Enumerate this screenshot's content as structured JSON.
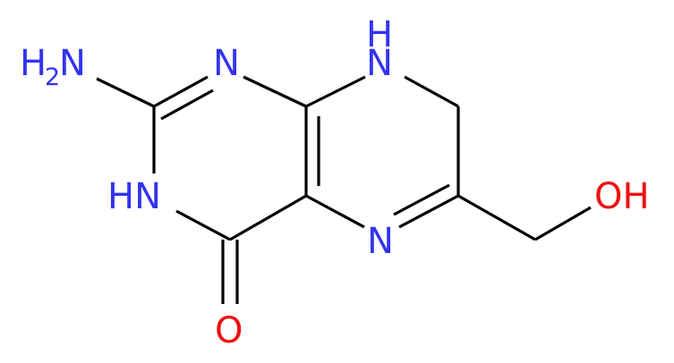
{
  "molecule": {
    "atoms": {
      "nh2": {
        "main": "H",
        "sub": "2",
        "tail": "N"
      },
      "n1": "N",
      "nh3": "HN",
      "o4": "O",
      "n5": "N",
      "nh8": {
        "main": "N",
        "h": "H"
      },
      "oh": "OH"
    },
    "colors": {
      "bond": "#000000",
      "nitrogen": "#3333ee",
      "oxygen": "#ee1111",
      "background": "#ffffff"
    }
  }
}
